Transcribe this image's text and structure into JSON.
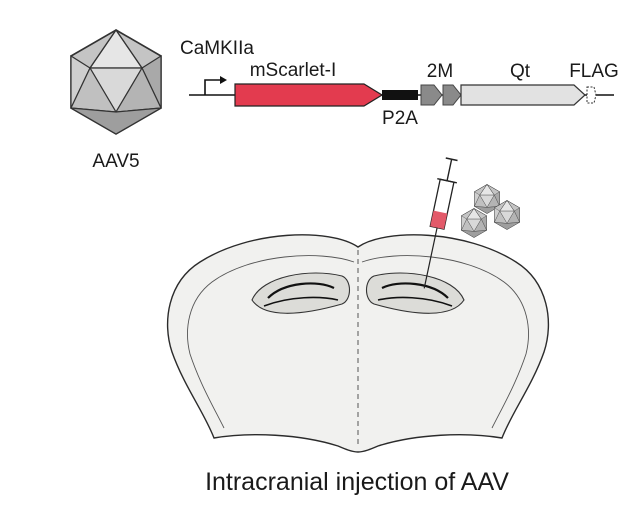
{
  "diagram": {
    "virus_label": "AAV5",
    "promoter_label": "CaMKIIa",
    "construct": {
      "mscarlet_label": "mScarlet-I",
      "p2a_label": "P2A",
      "twom_label": "2M",
      "qt_label": "Qt",
      "flag_label": "FLAG"
    },
    "caption": "Intracranial injection of AAV",
    "colors": {
      "mscarlet": "#e33b4f",
      "p2a": "#111111",
      "twom": "#8a8a8a",
      "qt": "#e2e2e2",
      "virus_fill": "#bdbdbd",
      "brain_fill": "#f1f1ef",
      "hippocampus_fill": "#dcdcd8",
      "syringe_fluid": "#e35a6a"
    }
  }
}
